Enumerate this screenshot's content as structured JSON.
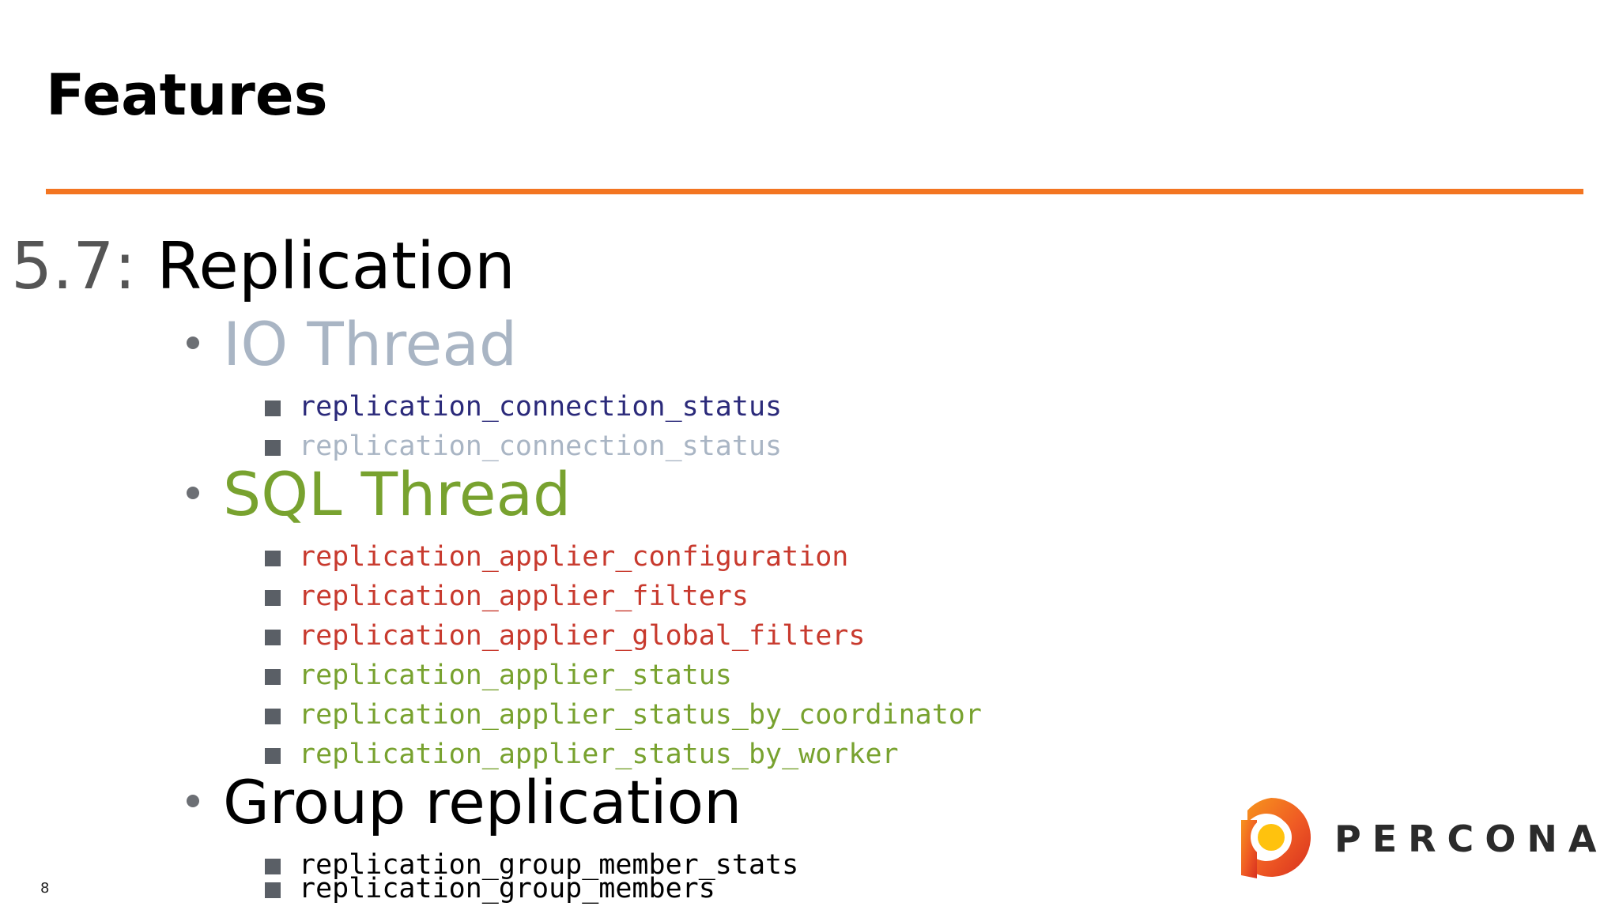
{
  "slide": {
    "title": "Features",
    "page_number": "8"
  },
  "section": {
    "version": "5.7:",
    "title": "Replication"
  },
  "colors": {
    "accent_rule": "#f37521",
    "highlight_green": "#78a22f",
    "muted_gray": "#a9b5c4",
    "table_red": "#c83a2e",
    "table_navy": "#2b2a7a"
  },
  "items": [
    {
      "label": "IO Thread",
      "color": "#a9b5c4",
      "subitems": [
        {
          "label": "replication_connection_status",
          "color": "#2b2a7a"
        },
        {
          "label": "replication_connection_status",
          "color": "#a9b5c4"
        }
      ]
    },
    {
      "label": "SQL Thread",
      "color": "#78a22f",
      "subitems": [
        {
          "label": "replication_applier_configuration",
          "color": "#c83a2e"
        },
        {
          "label": "replication_applier_filters",
          "color": "#c83a2e"
        },
        {
          "label": "replication_applier_global_filters",
          "color": "#c83a2e"
        },
        {
          "label": "replication_applier_status",
          "color": "#78a22f"
        },
        {
          "label": "replication_applier_status_by_coordinator",
          "color": "#78a22f"
        },
        {
          "label": "replication_applier_status_by_worker",
          "color": "#78a22f"
        }
      ]
    },
    {
      "label": "Group replication",
      "color": "#000000",
      "subitems": [
        {
          "label": "replication_group_member_stats",
          "color": "#000000"
        },
        {
          "label": "replication_group_members",
          "color": "#000000"
        }
      ]
    }
  ],
  "logo": {
    "wordmark": "PERCONA",
    "icon": "percona-logo-icon"
  }
}
